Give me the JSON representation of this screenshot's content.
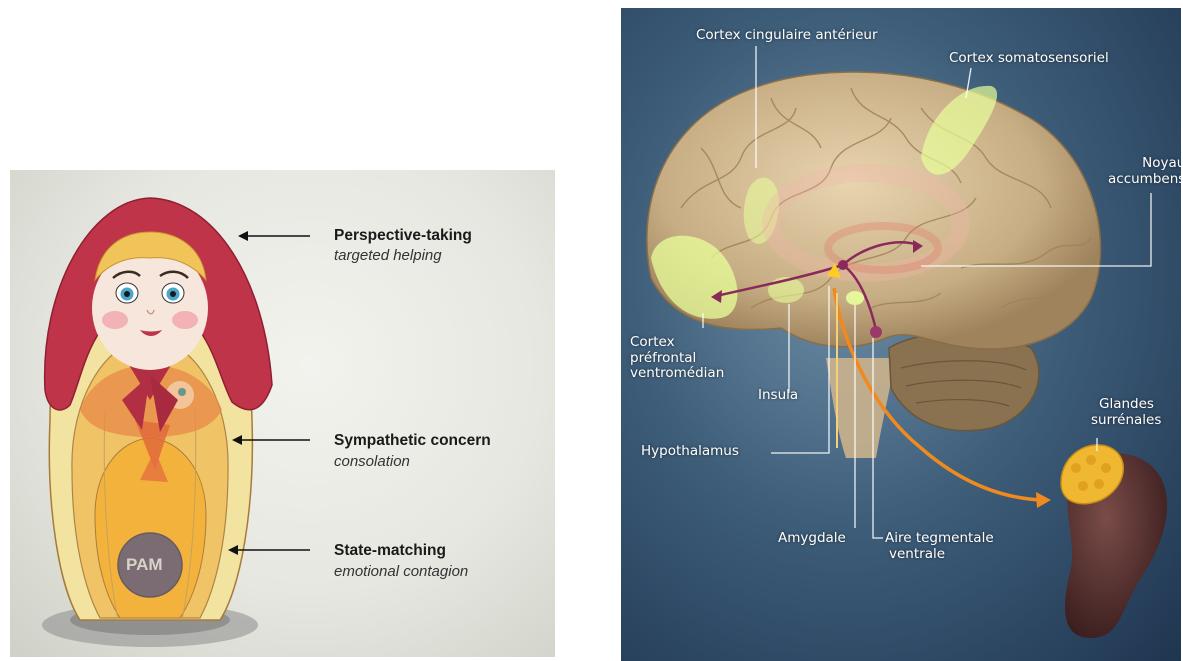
{
  "doll": {
    "center_label": "PAM",
    "layers": [
      {
        "title": "Perspective-taking",
        "subtitle": "targeted helping"
      },
      {
        "title": "Sympathetic concern",
        "subtitle": "consolation"
      },
      {
        "title": "State-matching",
        "subtitle": "emotional contagion"
      }
    ]
  },
  "brain": {
    "labels": {
      "acc": "Cortex cingulaire antérieur",
      "somato": "Cortex somatosensoriel",
      "noyau": [
        "Noyau",
        "accumbens"
      ],
      "pfc": [
        "Cortex",
        "préfrontal",
        "ventromédian"
      ],
      "insula": "Insula",
      "glandes": [
        "Glandes",
        "surrénales"
      ],
      "hypothalamus": "Hypothalamus",
      "amygdale": "Amygdale",
      "aire": [
        "Aire tegmentale",
        "ventrale"
      ]
    },
    "colors": {
      "highlight": "#e8ff9a",
      "pathway": "#8a2a5a",
      "hormone_arrow": "#f08a1e"
    }
  }
}
